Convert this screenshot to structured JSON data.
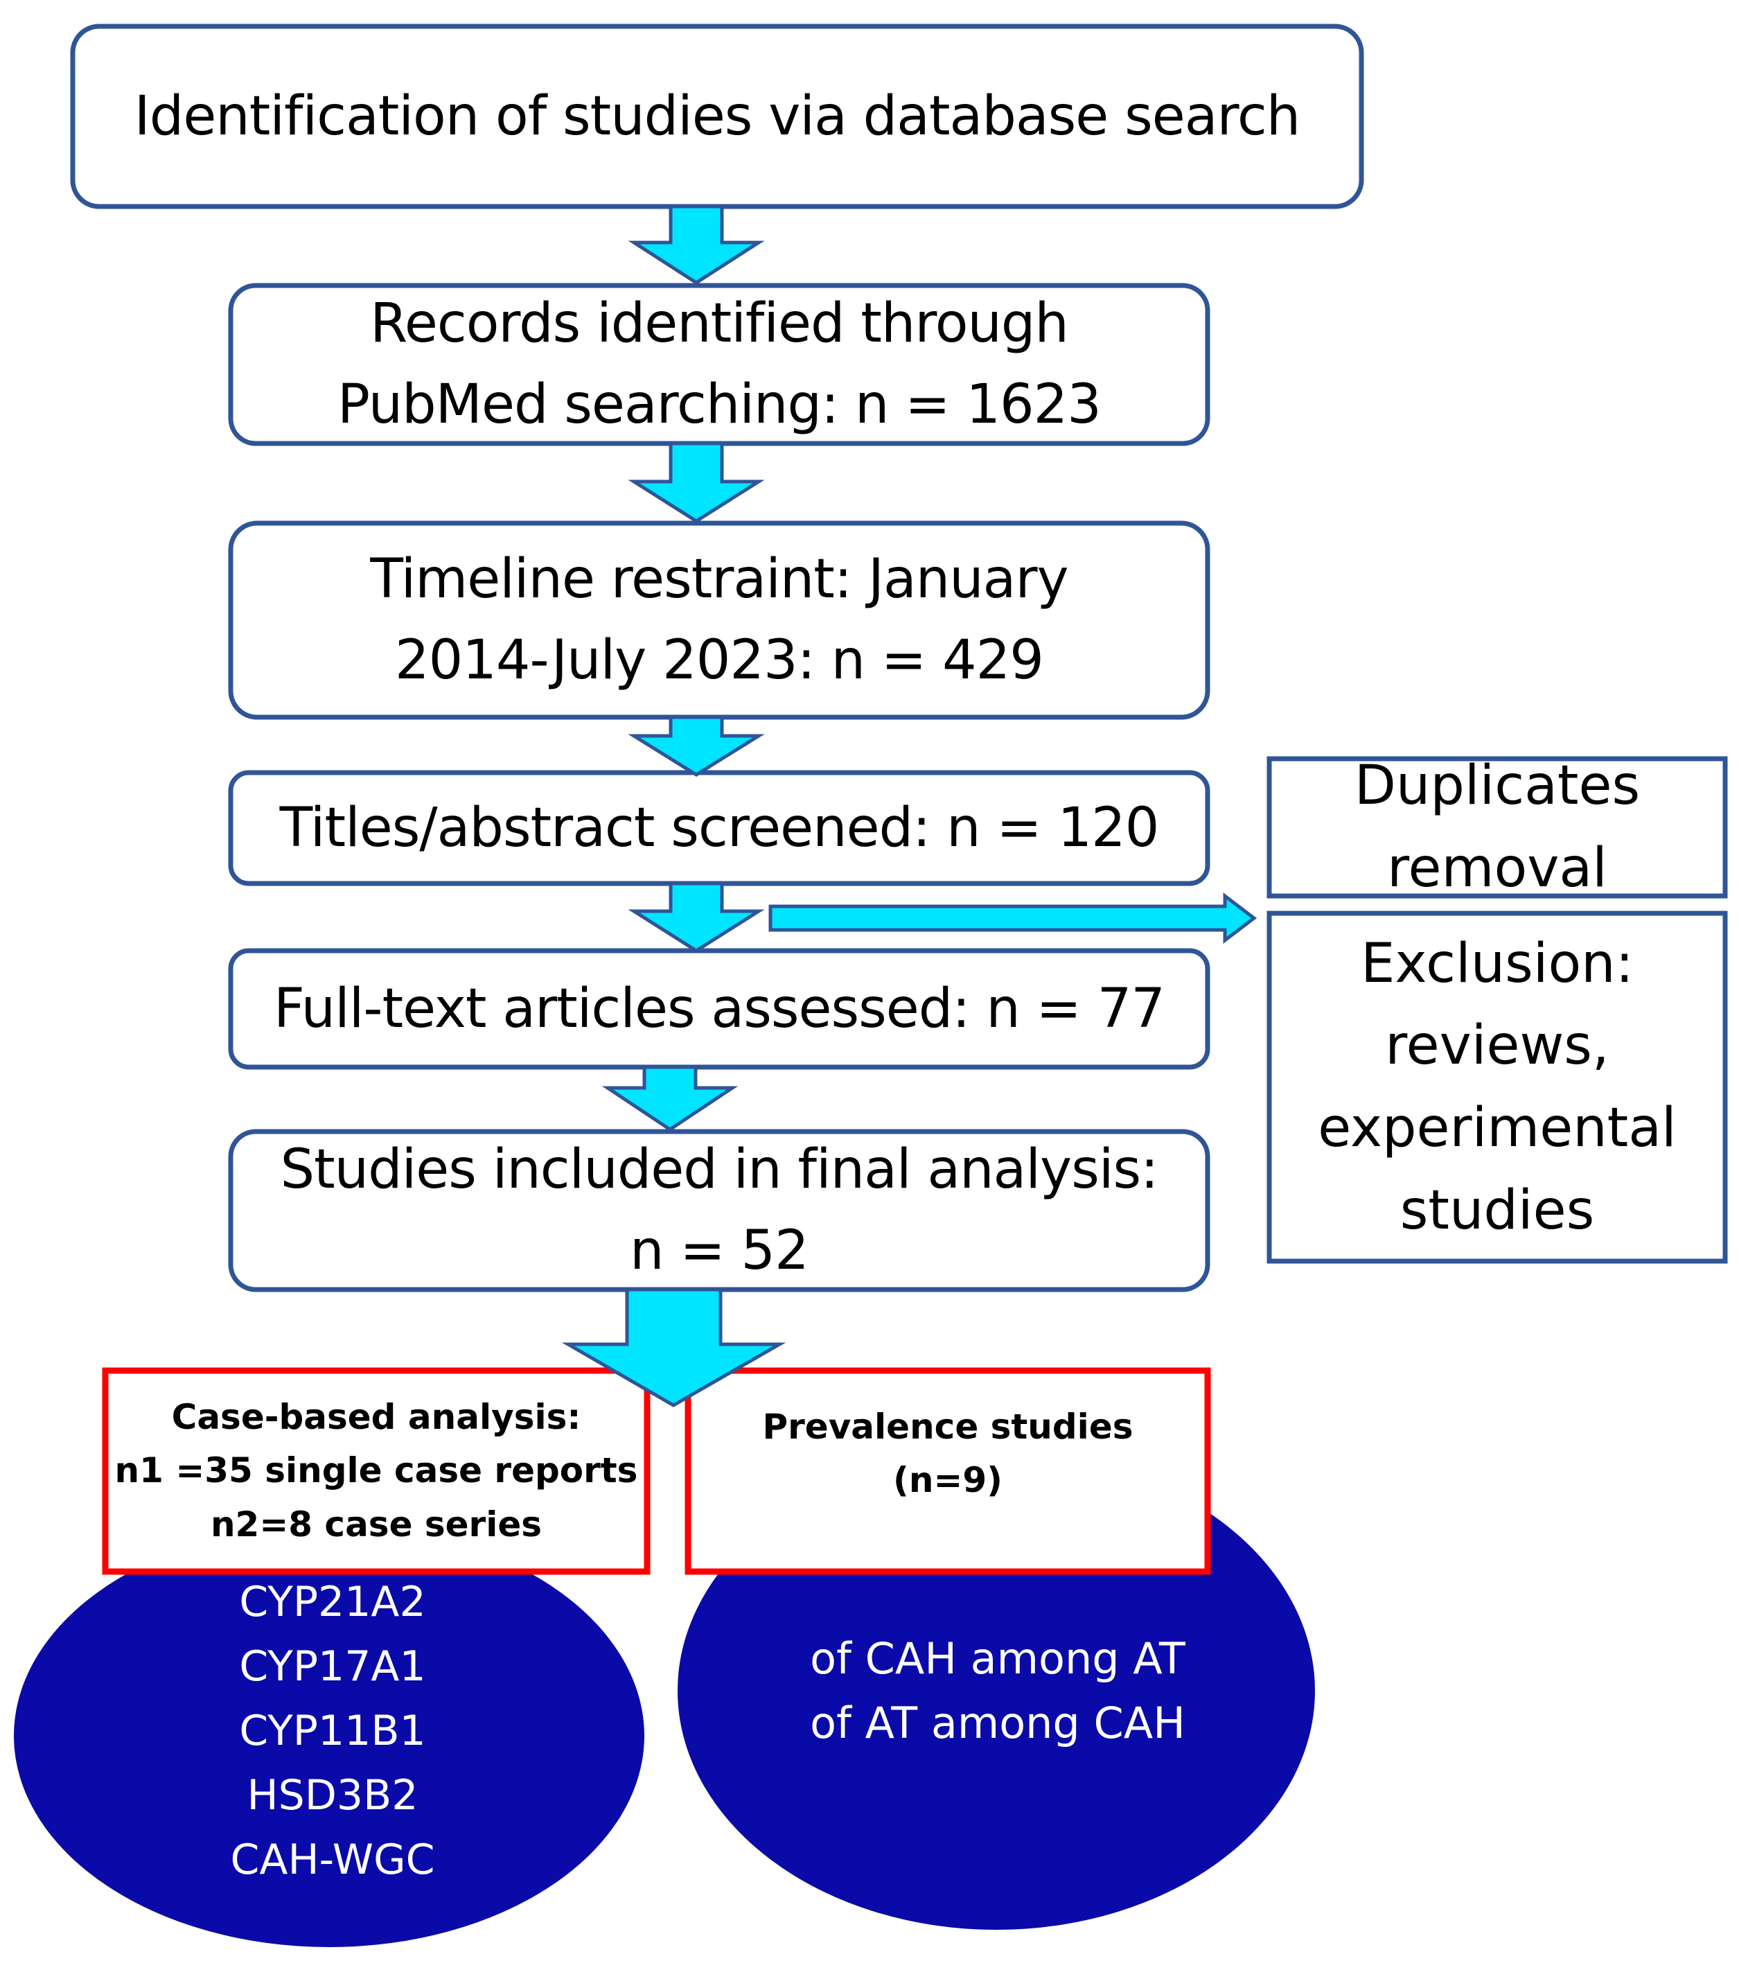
{
  "flow": {
    "identification": "Identification of studies via database search",
    "records": "Records identified through\nPubMed searching: n = 1623",
    "timeline": "Timeline restraint: January\n2014-July 2023: n = 429",
    "screened": "Titles/abstract screened: n = 120",
    "fulltext": "Full-text articles assessed: n = 77",
    "included": "Studies included in final analysis:\nn = 52"
  },
  "side": {
    "duplicates": "Duplicates\nremoval",
    "exclusion": "Exclusion:\nreviews,\nexperimental\nstudies"
  },
  "outcomes": {
    "case_based": "Case-based analysis:\nn1 =35 single case reports\nn2=8 case series",
    "prevalence": "Prevalence studies\n(n=9)"
  },
  "ellipses": {
    "genes": "CYP21A2\nCYP17A1\nCYP11B1\nHSD3B2\nCAH-WGC",
    "prevalence_groups": "of CAH among AT\nof AT among CAH"
  },
  "colors": {
    "box_border": "#2f5597",
    "arrow_fill": "#00e5ff",
    "ellipse_fill": "#0a0aa8",
    "highlight_border": "#ff0000"
  }
}
